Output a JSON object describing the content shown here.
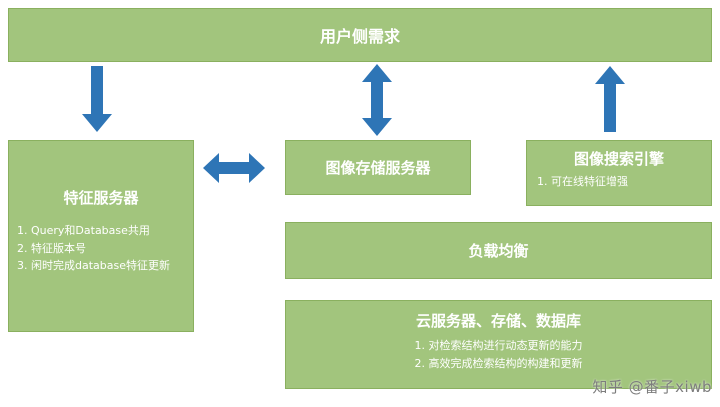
{
  "colors": {
    "box_fill": "#a2c57d",
    "box_border": "#8ab05f",
    "arrow": "#2e75b6",
    "text": "#ffffff",
    "watermark": "#7d7d7d"
  },
  "diagram": {
    "user_demand": {
      "title": "用户侧需求"
    },
    "feature_server": {
      "title": "特征服务器",
      "items": [
        "1. Query和Database共用",
        "2. 特征版本号",
        "3. 闲时完成database特征更新"
      ]
    },
    "image_storage": {
      "title": "图像存储服务器"
    },
    "image_search": {
      "title": "图像搜索引擎",
      "items": [
        "1. 可在线特征增强"
      ]
    },
    "load_balance": {
      "title": "负载均衡"
    },
    "cloud": {
      "title": "云服务器、存储、数据库",
      "items": [
        "1.  对检索结构进行动态更新的能力",
        "2.  高效完成检索结构的构建和更新"
      ]
    }
  },
  "watermark": {
    "text": "知乎 @番子xiwb"
  }
}
